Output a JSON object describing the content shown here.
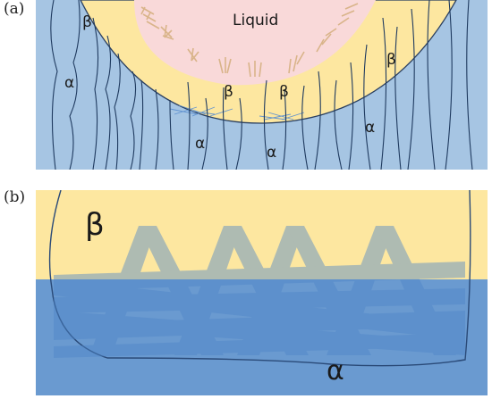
{
  "panel_a": {
    "label": "(a)",
    "liquid_label": "Liquid",
    "beta_labels": [
      "β",
      "β",
      "β",
      "β"
    ],
    "alpha_labels": [
      "α",
      "α",
      "α",
      "α"
    ]
  },
  "panel_b": {
    "label": "(b)",
    "beta_label": "β",
    "alpha_label": "α"
  },
  "colors": {
    "alpha_light": "#a6c5e3",
    "alpha_dark": "#6a9ad0",
    "beta": "#fde7a0",
    "liquid": "#f9d9d9",
    "grain_line": "#1f3a5f",
    "lath": "#5b8fd0"
  }
}
